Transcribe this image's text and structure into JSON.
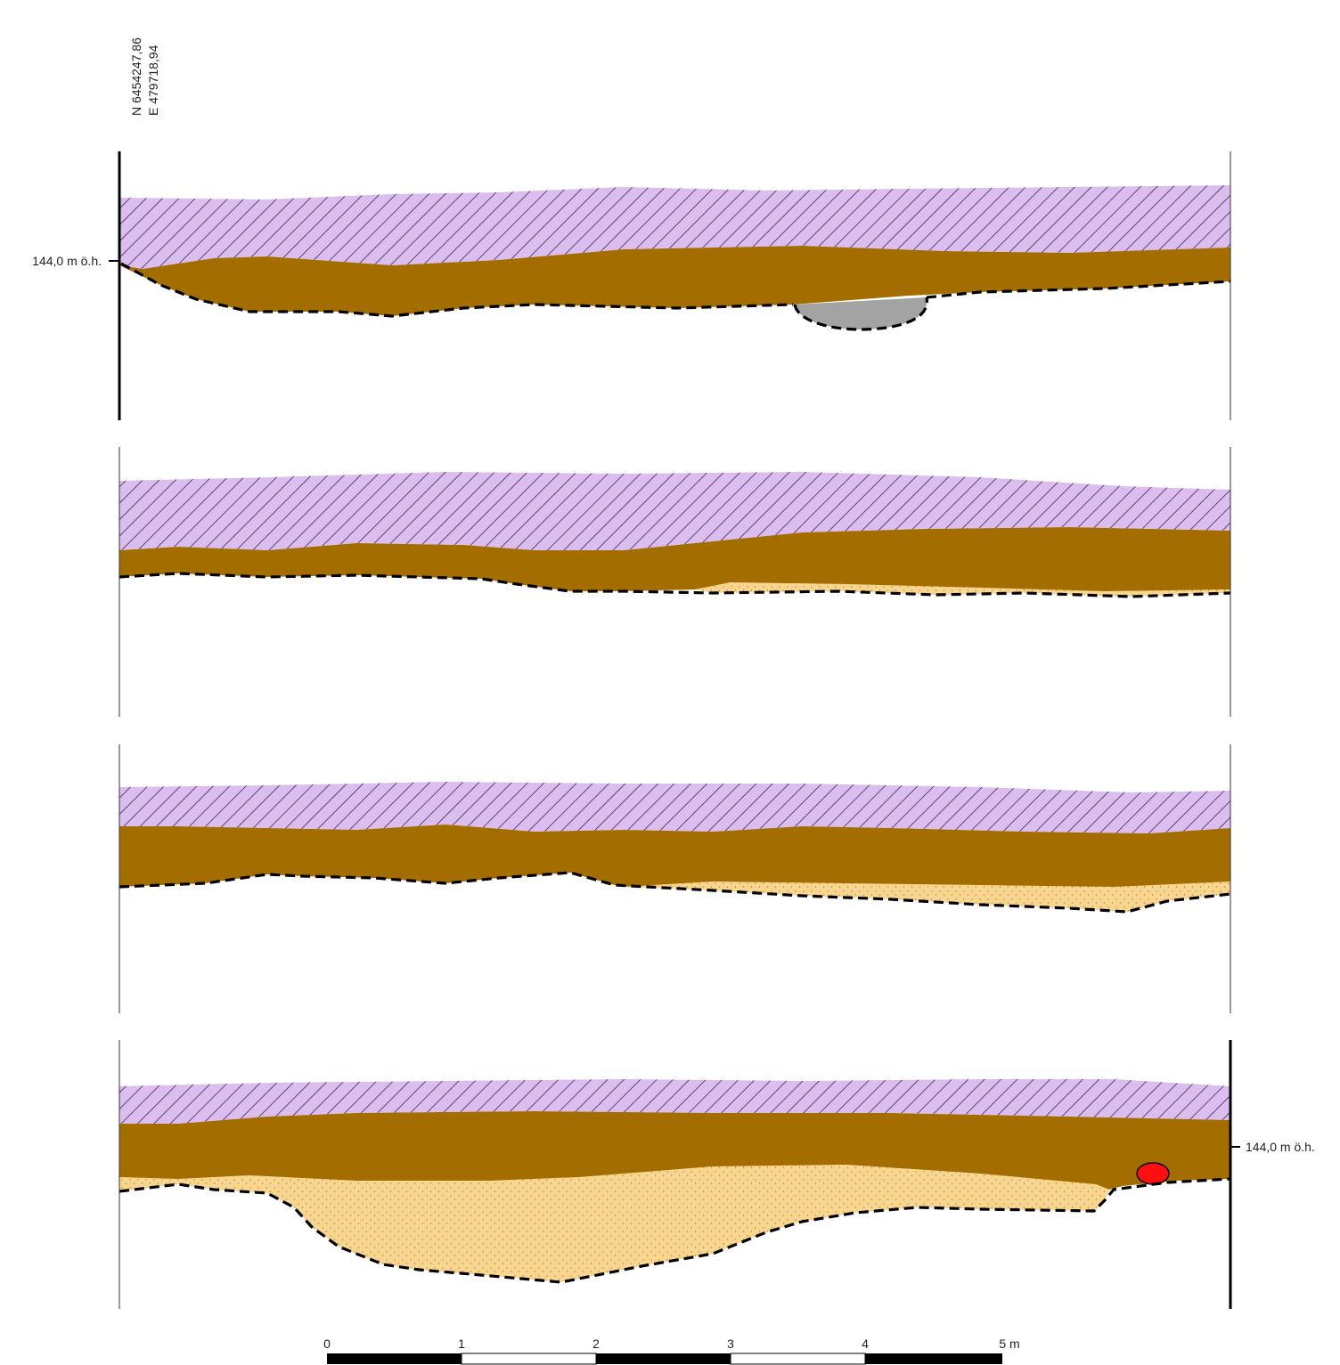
{
  "coordinates": {
    "north": "N 6454247,86",
    "east": "E 479718,94"
  },
  "elevation_label": "144,0 m ö.h.",
  "scale_bar": {
    "labels": [
      "0",
      "1",
      "2",
      "3",
      "4",
      "5 m"
    ]
  },
  "colors": {
    "topsoil": "#dcbdf0",
    "topsoil_hatch": "#5a4a6a",
    "brown_layer": "#a46d00",
    "sand": "#f8d690",
    "sand_dots": "#b8894a",
    "stone": "#a3a3a3",
    "red_feature": "#ff1010"
  }
}
